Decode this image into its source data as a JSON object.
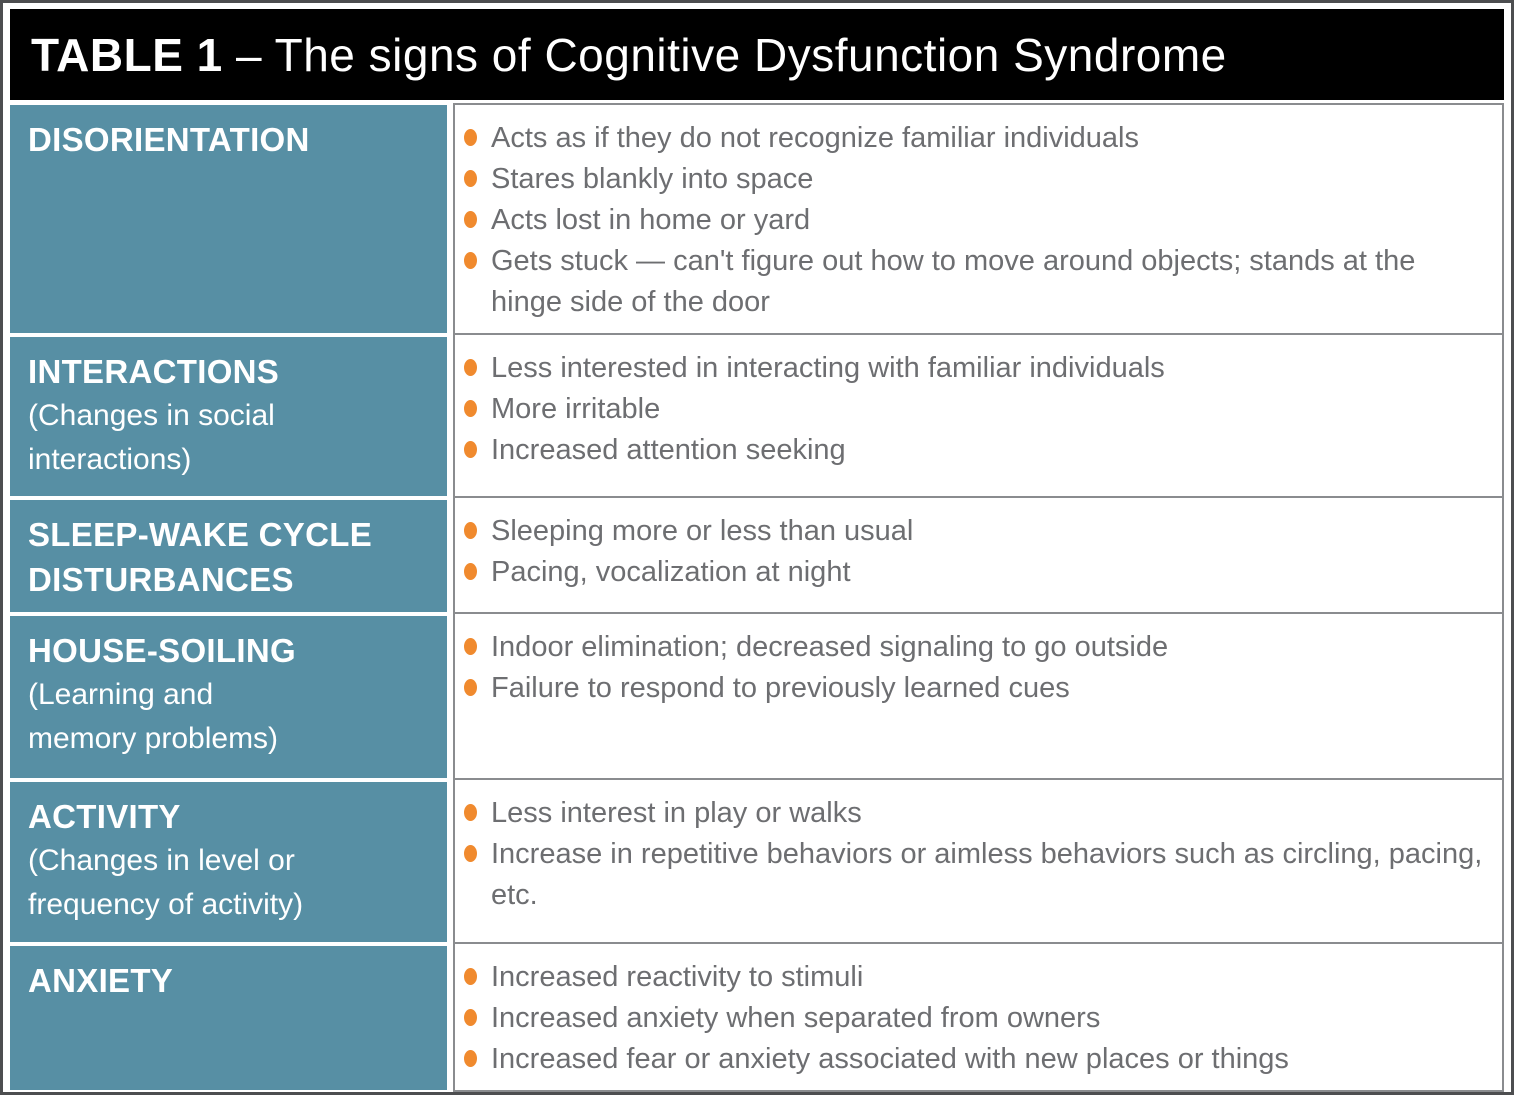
{
  "title": {
    "label": "TABLE 1",
    "rest": " – The signs of Cognitive Dysfunction Syndrome"
  },
  "colors": {
    "teal": "#578FA4",
    "orange": "#F08A2E",
    "body_text": "#6D6E71",
    "header_bg": "#000000",
    "header_text": "#FFFFFF",
    "cell_border": "#8A8C8F"
  },
  "table": {
    "rows": [
      {
        "category": "DISORIENTATION",
        "subtitle": "",
        "bullets": [
          "Acts as if they do not recognize familiar individuals",
          "Stares blankly into space",
          "Acts lost in home or yard",
          "Gets stuck — can't figure out how to move around objects; stands at the hinge side of the door"
        ]
      },
      {
        "category": "INTERACTIONS",
        "subtitle": "(Changes in social\ninteractions)",
        "bullets": [
          "Less interested in interacting with familiar individuals",
          "More irritable",
          "Increased attention seeking"
        ]
      },
      {
        "category": "SLEEP-WAKE CYCLE\nDISTURBANCES",
        "subtitle": "",
        "bullets": [
          "Sleeping more or less than usual",
          "Pacing, vocalization at night"
        ]
      },
      {
        "category": "HOUSE-SOILING",
        "subtitle": "(Learning and\nmemory problems)",
        "bullets": [
          "Indoor elimination; decreased signaling to go outside",
          "Failure to respond to previously learned cues"
        ]
      },
      {
        "category": "ACTIVITY",
        "subtitle": "(Changes in level or\nfrequency of activity)",
        "bullets": [
          "Less interest in play or walks",
          "Increase in repetitive behaviors or aimless behaviors such as circling, pacing, etc."
        ]
      },
      {
        "category": "ANXIETY",
        "subtitle": "",
        "bullets": [
          "Increased reactivity to stimuli",
          "Increased anxiety when separated from owners",
          "Increased fear or anxiety associated with new places or things"
        ]
      }
    ]
  }
}
